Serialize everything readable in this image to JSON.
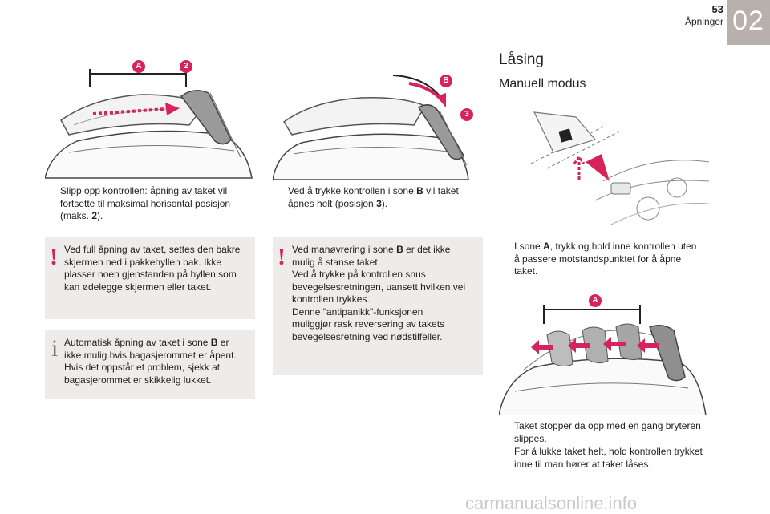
{
  "header": {
    "page_number": "53",
    "section": "Åpninger",
    "chapter": "02"
  },
  "right": {
    "title": "Låsing",
    "subtitle": "Manuell modus"
  },
  "col1": {
    "bullet_l1": "Slipp opp kontrollen: åpning av taket vil",
    "bullet_l2": "fortsette til maksimal horisontal posisjon",
    "bullet_l3a": "(maks. ",
    "bullet_l3b": "2",
    "bullet_l3c": ").",
    "warn_l1": "Ved full åpning av taket, settes den bakre",
    "warn_l2": "skjermen ned i pakkehyllen bak. Ikke",
    "warn_l3": "plasser noen gjenstanden på hyllen som",
    "warn_l4": "kan ødelegge skjermen eller taket.",
    "info_l1a": "Automatisk åpning av taket i sone ",
    "info_l1b": "B",
    "info_l1c": " er",
    "info_l2": "ikke mulig hvis bagasjerommet er åpent.",
    "info_l3": "Hvis det oppstår et problem, sjekk at",
    "info_l4": "bagasjerommet er skikkelig lukket."
  },
  "col2": {
    "bullet_l1a": "Ved å trykke kontrollen i sone ",
    "bullet_l1b": "B",
    "bullet_l1c": " vil taket",
    "bullet_l2a": "åpnes helt (posisjon ",
    "bullet_l2b": "3",
    "bullet_l2c": ").",
    "warn_l1a": "Ved manøvrering i sone ",
    "warn_l1b": "B",
    "warn_l1c": " er det ikke",
    "warn_l2": "mulig å stanse taket.",
    "warn_l3": "Ved å trykke på kontrollen snus",
    "warn_l4": "bevegelsesretningen, uansett hvilken vei",
    "warn_l5": "kontrollen trykkes.",
    "warn_l6": "Denne \"antipanikk\"-funksjonen",
    "warn_l7": "muliggjør rask reversering av takets",
    "warn_l8": "bevegelsesretning ved nødstilfeller."
  },
  "col3": {
    "b1_l1a": "I sone ",
    "b1_l1b": "A",
    "b1_l1c": ", trykk og hold inne kontrollen uten",
    "b1_l2": "å passere motstandspunktet for å åpne",
    "b1_l3": "taket.",
    "b2_l1": "Taket stopper da opp med en gang bryteren",
    "b2_l2": "slippes.",
    "b3_l1": "For å lukke taket helt, hold kontrollen trykket",
    "b3_l2": "inne til man hører at taket låses."
  },
  "callouts": {
    "a": "A",
    "two": "2",
    "b": "B",
    "three": "3"
  },
  "glyphs": {
    "bullet": "",
    "warning": "!",
    "info": "i"
  },
  "colors": {
    "accent": "#d6245b",
    "chapter_tab": "#b8b0ac",
    "note_box": "#eeeceb"
  },
  "footer": {
    "watermark": "carmanualsonline.info"
  }
}
